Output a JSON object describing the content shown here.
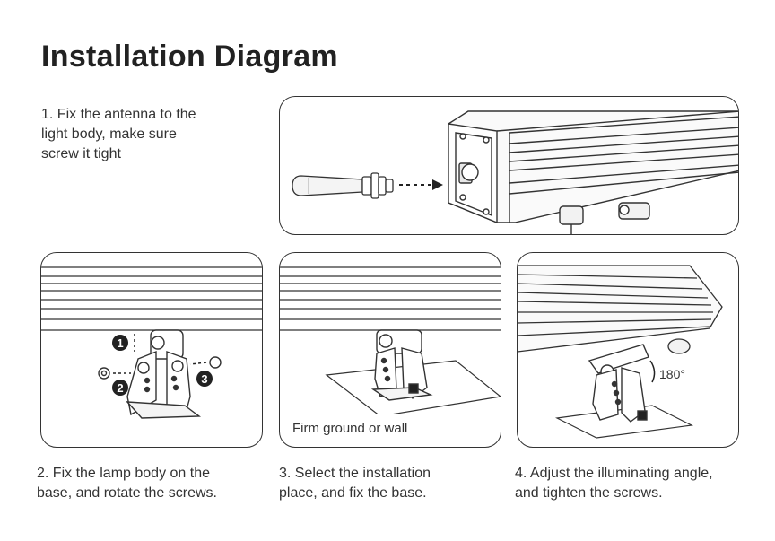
{
  "title": "Installation Diagram",
  "steps": [
    {
      "text": "1. Fix the antenna to the\n    light body, make sure\n    screw it tight"
    },
    {
      "text": "2. Fix the lamp body on the\n    base, and rotate the screws."
    },
    {
      "text": "3. Select the installation\n    place, and fix the base."
    },
    {
      "text": "4. Adjust the illuminating angle,\n    and tighten the screws."
    }
  ],
  "panel2": {
    "marker_1": "1",
    "marker_2": "2",
    "marker_3": "3"
  },
  "panel3": {
    "surface_label": "Firm ground or wall"
  },
  "panel4": {
    "angle_label": "180°"
  }
}
